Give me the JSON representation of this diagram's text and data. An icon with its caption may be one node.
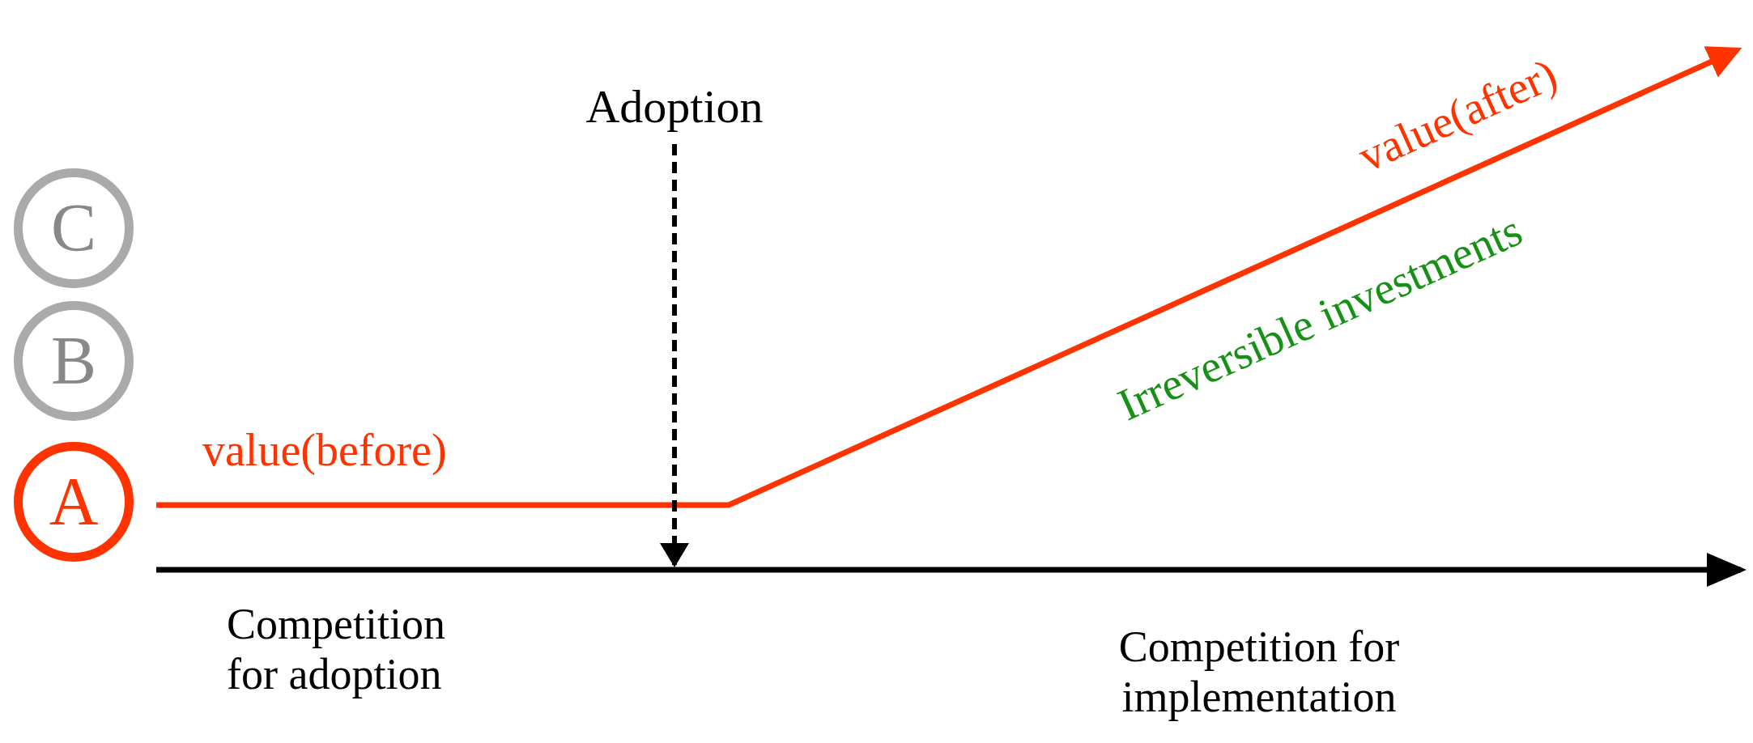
{
  "diagram": {
    "nodes": [
      {
        "text": [
          "C"
        ]
      },
      {
        "text": [
          "B"
        ]
      },
      {
        "text": [
          "A"
        ]
      },
      {
        "text": [
          "Adoption"
        ]
      },
      {
        "text": [],
        "shape": "axis"
      }
    ],
    "edges": [
      {
        "from": 3,
        "to": 4,
        "arrow": "to",
        "style": "dashed"
      }
    ],
    "labels": [
      "value(after)",
      "Irreversible investments",
      "value(before)",
      "Competition for adoption",
      "Competition for implementation"
    ]
  }
}
